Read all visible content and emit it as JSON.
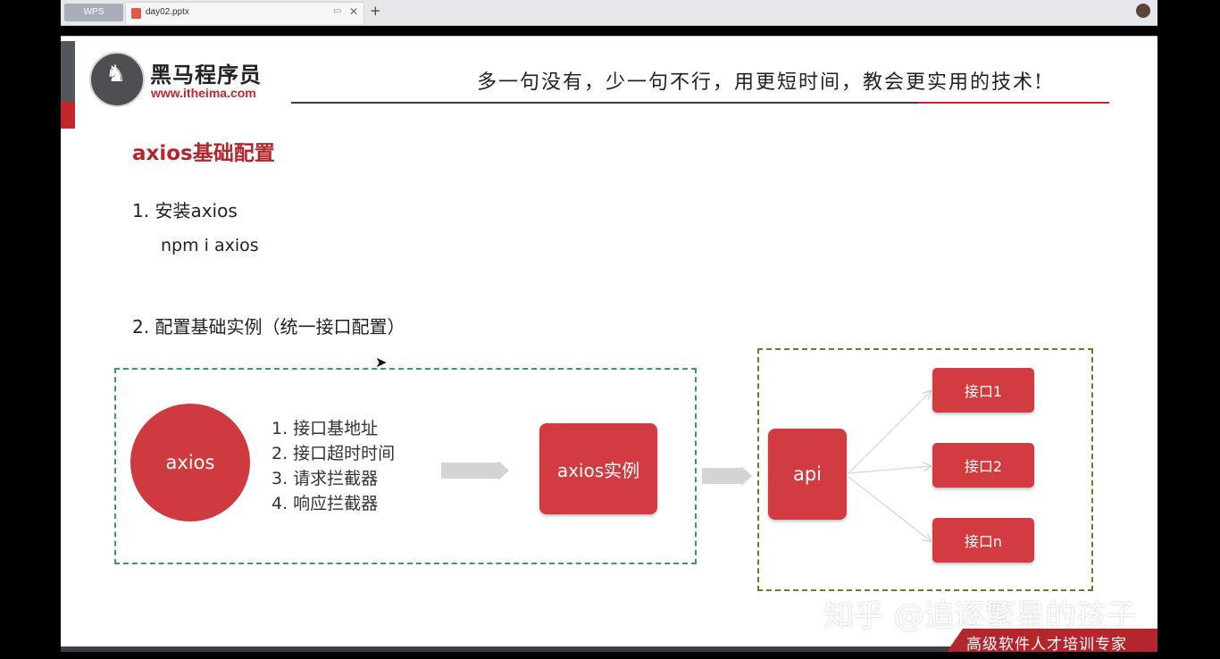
{
  "browser": {
    "wps_tab": "WPS",
    "doc_tab": "day02.pptx",
    "close_glyph": "✕",
    "add_glyph": "+"
  },
  "header": {
    "brand_name": "黑马程序员",
    "brand_url": "www.itheima.com",
    "slogan": "多一句没有，少一句不行，用更短时间，教会更实用的技术!"
  },
  "slide": {
    "title": "axios基础配置",
    "step1": "1. 安装axios",
    "command": "npm i axios",
    "step2": "2. 配置基础实例（统一接口配置）"
  },
  "diagram": {
    "axios": "axios",
    "config_items": [
      "1. 接口基地址",
      "2. 接口超时时间",
      "3. 请求拦截器",
      "4. 响应拦截器"
    ],
    "instance": "axios实例",
    "api": "api",
    "endpoints": [
      "接口1",
      "接口2",
      "接口n"
    ]
  },
  "watermark": "知乎 @追逐繁星的孩子",
  "footer": "高级软件人才培训专家",
  "colors": {
    "brand_red": "#c1272d",
    "box_red": "#d23b3f",
    "dash_green": "#3d9a5a",
    "dash_olive": "#6b7a2e"
  }
}
